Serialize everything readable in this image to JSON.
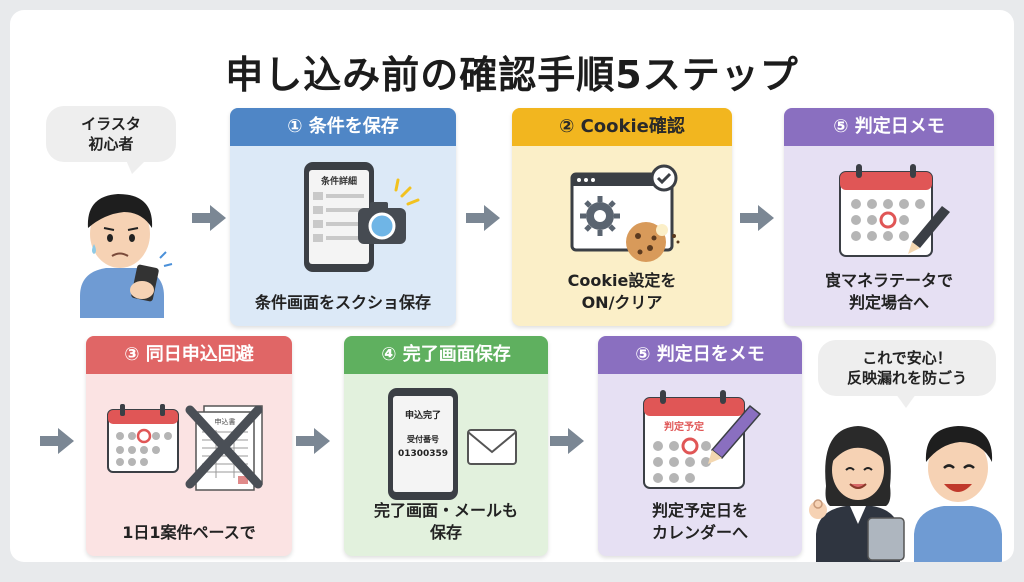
{
  "title": "申し込み前の確認手順5ステップ",
  "left_bubble": {
    "lines": [
      "イラスタ",
      "初心者"
    ]
  },
  "right_bubble": {
    "lines": [
      "これで安心！",
      "反映漏れを防ごう"
    ]
  },
  "cards": [
    {
      "id": "save-conditions",
      "header": "① 条件を保存",
      "lines": [
        "条件画面をスクショ保存"
      ],
      "illustration_label": "条件詳細",
      "header_color": "#4f86c6",
      "body_color": "#dce9f7"
    },
    {
      "id": "cookie-check",
      "header": "② Cookie確認",
      "lines": [
        "Cookie設定を",
        "ON/クリア"
      ],
      "header_color": "#f2b61f",
      "header_text_color": "#2a2a2a",
      "body_color": "#fbefc8"
    },
    {
      "id": "memo-top",
      "header": "⑤ 判定日メモ",
      "lines": [
        "㝗マネラテータで",
        "判定場合へ"
      ],
      "header_color": "#8a6fc0",
      "body_color": "#e6e0f3"
    },
    {
      "id": "avoid-same-day",
      "header": "③ 同日申込回避",
      "lines": [
        "1日1案件ペースで"
      ],
      "illustration_label": "申込書",
      "header_color": "#e06666",
      "body_color": "#fbe3e3"
    },
    {
      "id": "save-complete",
      "header": "④ 完了画面保存",
      "lines": [
        "完了画面・メールも",
        "保存"
      ],
      "phone_lines": [
        "申込完了",
        "受付番号",
        "01300359"
      ],
      "header_color": "#5fb05f",
      "body_color": "#e2f1dd"
    },
    {
      "id": "memo-bottom",
      "header": "⑤ 判定日をメモ",
      "lines": [
        "判定予定日を",
        "カレンダーへ"
      ],
      "illustration_label": "判定予定",
      "header_color": "#8a6fc0",
      "body_color": "#e6e0f3"
    }
  ],
  "colors": {
    "arrow": "#7b8794",
    "calendar_red": "#e05656",
    "dot": "#b5b5b5"
  }
}
